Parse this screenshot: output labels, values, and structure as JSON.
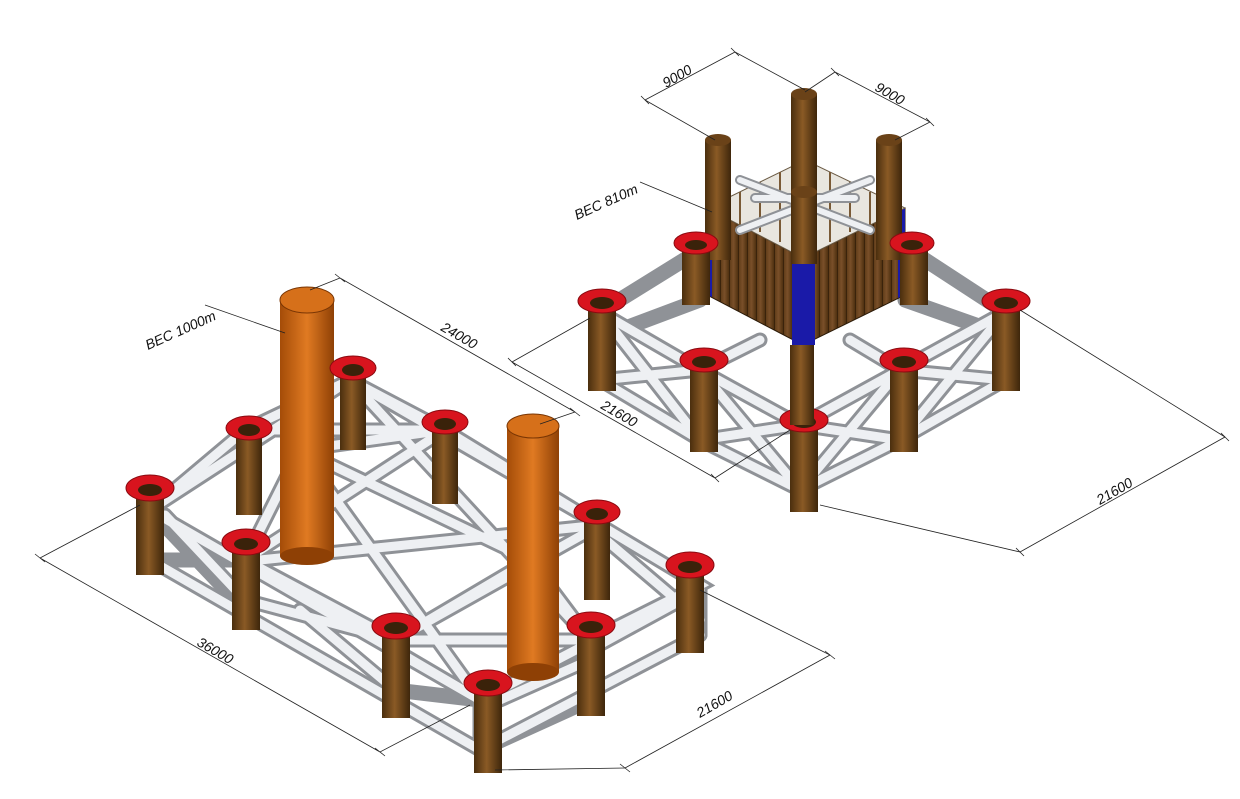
{
  "figure": {
    "colors": {
      "pile_brown": "#7a4f1e",
      "pile_dark": "#4a2e0e",
      "sleeve_red": "#d8141e",
      "column_orange": "#cc6412",
      "brace_grey": "#d7d9dc",
      "deck_brown": "#6a4521",
      "corner_blue": "#1a1aa8"
    },
    "left_structure": {
      "weight_label": "ВЕС 1000т",
      "dim_length": "36000",
      "dim_width": "21600",
      "dim_column_spacing": "24000"
    },
    "right_structure": {
      "weight_label": "ВЕС 810т",
      "dim_top_a": "9000",
      "dim_top_b": "9000",
      "dim_base_a": "21600",
      "dim_base_b": "21600"
    }
  }
}
